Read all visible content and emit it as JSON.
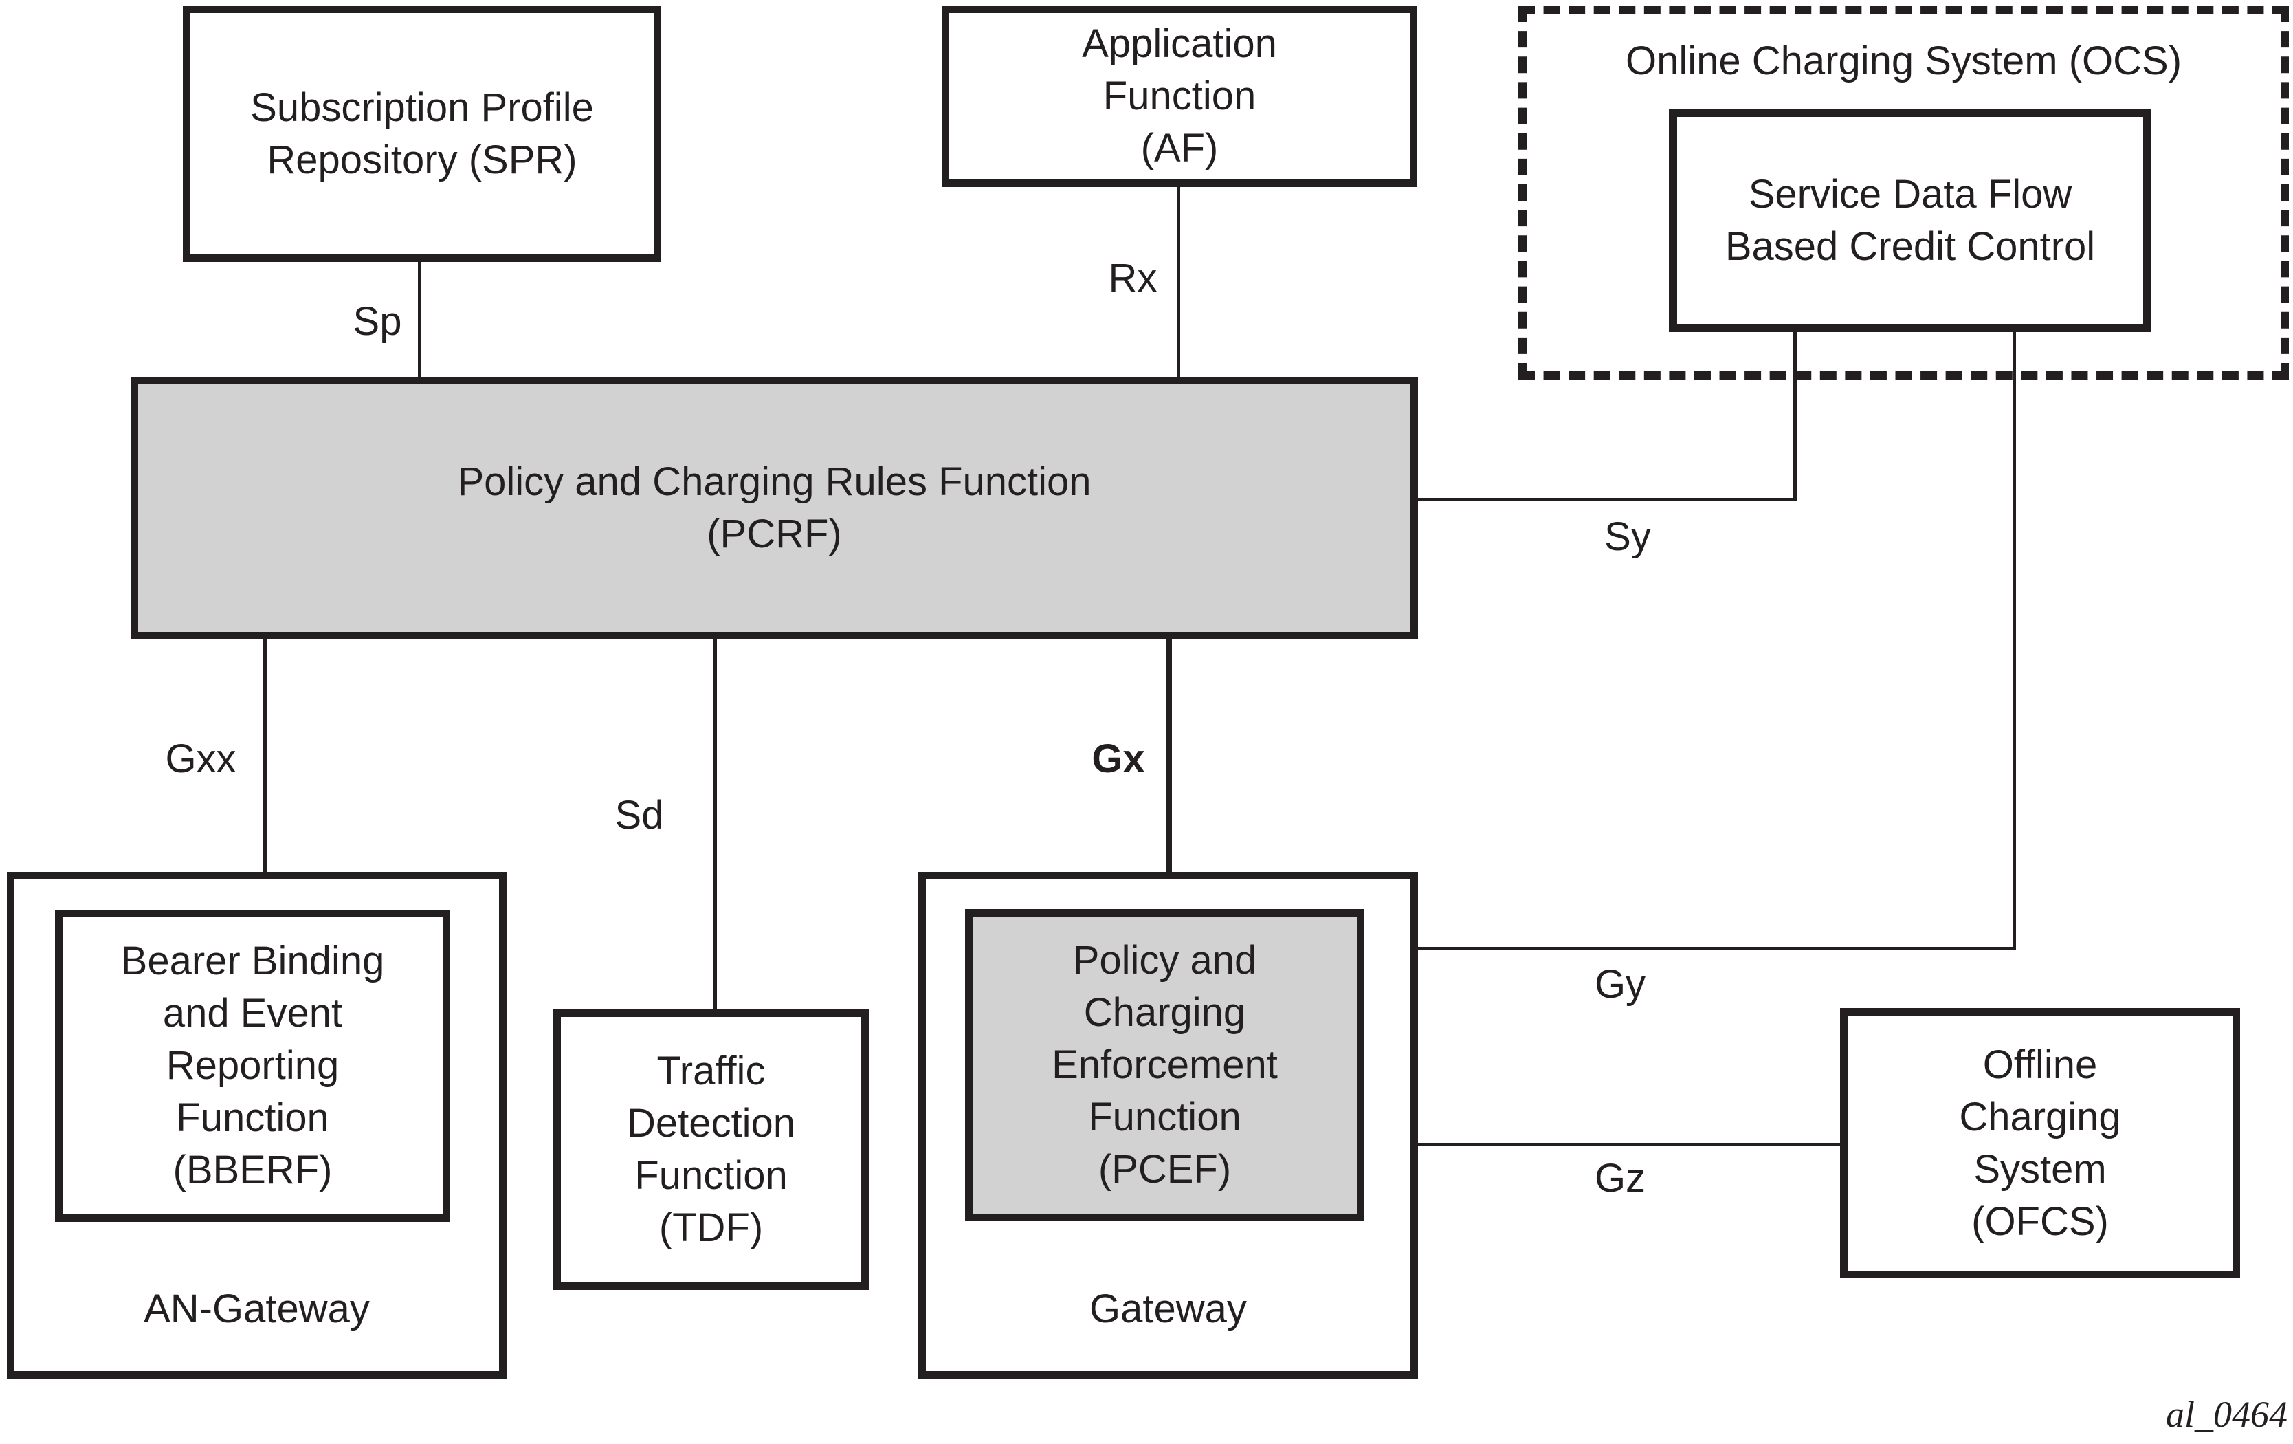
{
  "diagram": {
    "figure_id": "al_0464",
    "colors": {
      "line": "#231f20",
      "node_fill_gray": "#d2d2d2",
      "background": "#ffffff"
    },
    "nodes": {
      "spr": {
        "label": "Subscription Profile\nRepository (SPR)"
      },
      "af": {
        "label": "Application\nFunction\n(AF)"
      },
      "ocs": {
        "title": "Online Charging System (OCS)"
      },
      "sdf": {
        "label": "Service Data Flow\nBased Credit Control"
      },
      "pcrf": {
        "label": "Policy and Charging Rules Function\n(PCRF)"
      },
      "bberf": {
        "label": "Bearer Binding\nand Event\nReporting\nFunction\n(BBERF)"
      },
      "an_gateway": {
        "label": "AN-Gateway"
      },
      "tdf": {
        "label": "Traffic\nDetection\nFunction\n(TDF)"
      },
      "pcef": {
        "label": "Policy and\nCharging\nEnforcement\nFunction\n(PCEF)"
      },
      "gateway": {
        "label": "Gateway"
      },
      "ofcs": {
        "label": "Offline\nCharging\nSystem\n(OFCS)"
      }
    },
    "interfaces": {
      "sp": "Sp",
      "rx": "Rx",
      "sy": "Sy",
      "gxx": "Gxx",
      "sd": "Sd",
      "gx": "Gx",
      "gy": "Gy",
      "gz": "Gz"
    }
  }
}
